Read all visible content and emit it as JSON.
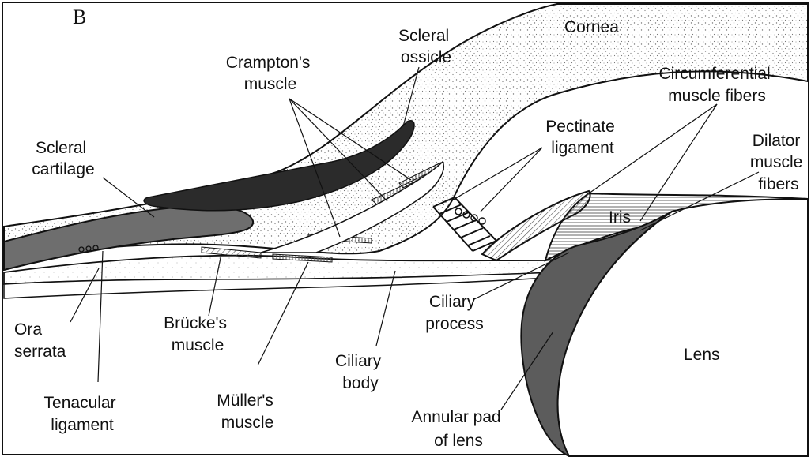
{
  "figure": {
    "panel_letter": "B",
    "labels": {
      "cornea": "Cornea",
      "scleral_ossicle": [
        "Scleral",
        "ossicle"
      ],
      "cramptons_muscle": [
        "Crampton's",
        "muscle"
      ],
      "circumferential": [
        "Circumferential",
        "muscle  fibers"
      ],
      "pectinate": [
        "Pectinate",
        "ligament"
      ],
      "dilator": [
        "Dilator",
        "muscle",
        "fibers"
      ],
      "scleral_cartilage": [
        "Scleral",
        "cartilage"
      ],
      "iris": "Iris",
      "ora_serrata": [
        "Ora",
        "serrata"
      ],
      "bruckes_muscle": [
        "Brücke's",
        "muscle"
      ],
      "ciliary_process": [
        "Ciliary",
        "process"
      ],
      "ciliary_body": [
        "Ciliary",
        "body"
      ],
      "lens": "Lens",
      "tenacular": [
        "Tenacular",
        "ligament"
      ],
      "mullers_muscle": [
        "Müller's",
        "muscle"
      ],
      "annular_pad": [
        "Annular pad",
        "of  lens"
      ]
    },
    "colors": {
      "ossicle": "#2b2b2b",
      "cartilage": "#6e6e6e",
      "annular_pad": "#5c5c5c",
      "stipple": "#9a9a9a",
      "hatch": "#777777"
    }
  }
}
